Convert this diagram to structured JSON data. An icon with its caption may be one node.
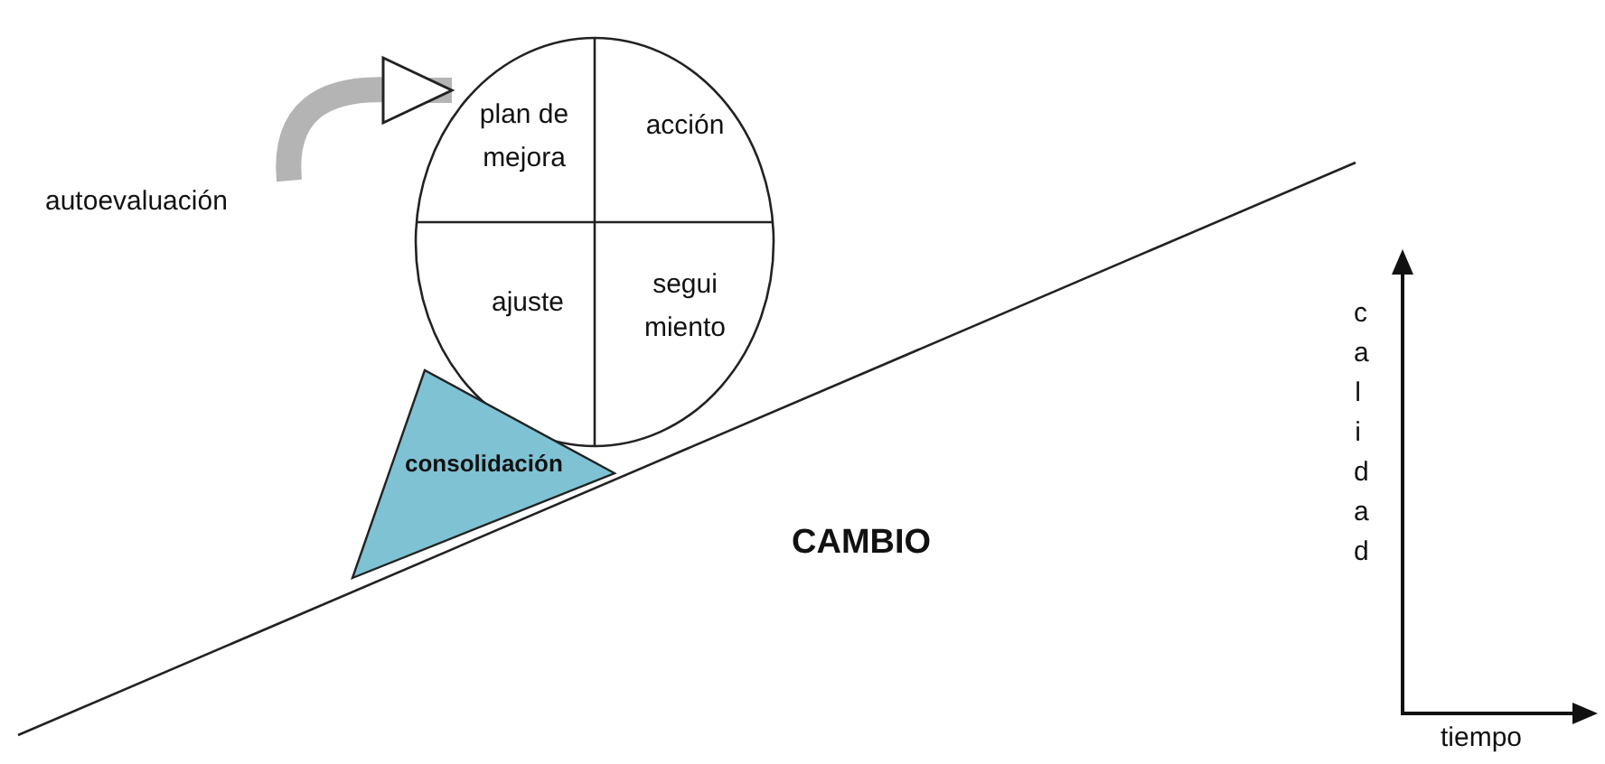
{
  "diagram": {
    "nodes": [
      {
        "text": [],
        "shape": "circle"
      },
      {
        "text": [
          "plan de mejora"
        ],
        "in": 0
      },
      {
        "text": [
          "acción"
        ],
        "in": 0
      },
      {
        "text": [
          "autoevaluación"
        ]
      },
      {
        "text": [
          "ajuste"
        ],
        "in": 0
      },
      {
        "text": [
          "segui miento"
        ],
        "in": 0
      },
      {
        "text": [
          "consolidación"
        ]
      }
    ],
    "edges": [
      {
        "from": 3,
        "to": 1,
        "arrow": "to"
      }
    ],
    "labels": [
      "CAMBIO",
      "calidad",
      "tiempo"
    ]
  }
}
